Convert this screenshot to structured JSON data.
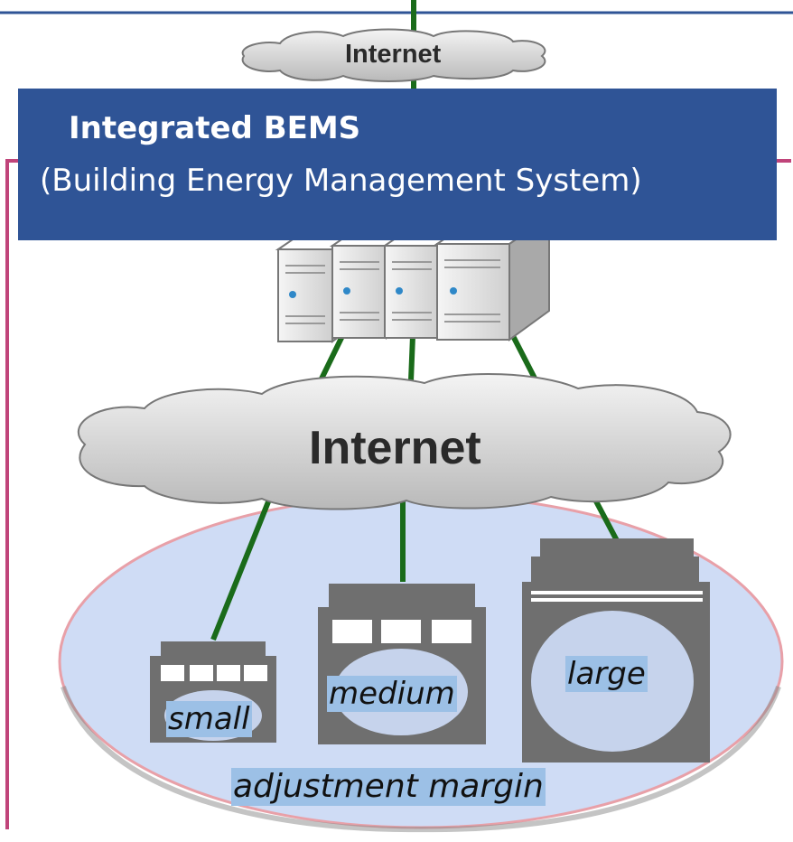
{
  "top_cloud": {
    "label": "Internet"
  },
  "title": {
    "line1": "Integrated BEMS",
    "line2": "(Building Energy Management System)"
  },
  "middle_cloud": {
    "label": "Internet"
  },
  "servers": {
    "icon": "server-icon",
    "count": 4
  },
  "buildings": [
    {
      "label": "small"
    },
    {
      "label": "medium"
    },
    {
      "label": "large"
    }
  ],
  "margin_label": "adjustment margin",
  "colors": {
    "title_bg": "#2f5496",
    "frame": "#c0447a",
    "link": "#1a6b1a",
    "label_bg": "#9cc0e6",
    "ellipse_fill": "#cfdcf5",
    "ellipse_stroke": "#e8a0a8",
    "building": "#6f6f6f"
  }
}
